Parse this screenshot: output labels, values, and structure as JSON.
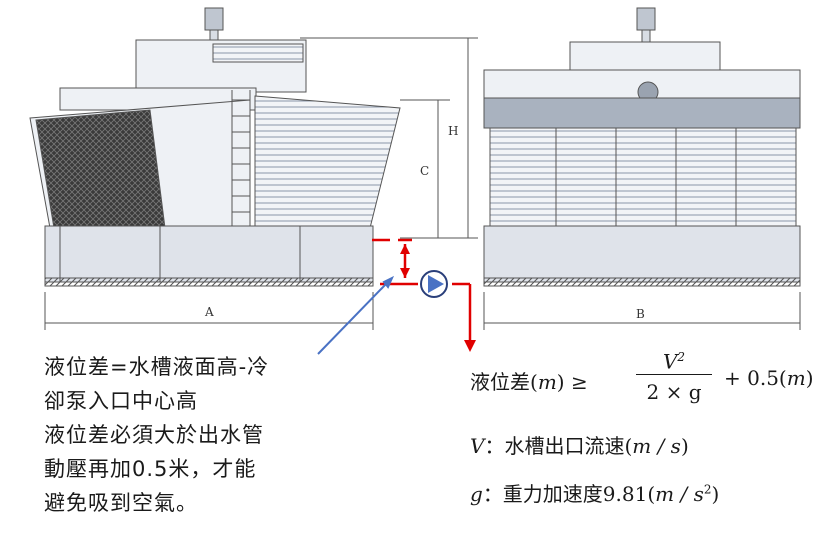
{
  "dimensions": {
    "A": "A",
    "B": "B",
    "C": "C",
    "H": "H"
  },
  "note": {
    "lines": [
      "液位差=水槽液面高-冷",
      "卻泵入口中心高",
      "液位差必須大於出水管",
      "動壓再加0.5米，才能",
      "避免吸到空氣。"
    ]
  },
  "formula": {
    "lhs": "液位差(",
    "lhs_unit": "m",
    "ge": ") ≥",
    "numerator": "V",
    "numerator_exp": "2",
    "denominator": "2 × g",
    "rhs": "+ 0.5(",
    "rhs_unit": "m",
    "rhs_close": ")",
    "v_symbol": "V",
    "v_desc": "：水槽出口流速(",
    "v_unit": "m / s",
    "v_close": ")",
    "g_symbol": "g",
    "g_desc": "：重力加速度9.81(",
    "g_unit": "m / s",
    "g_exp": "2",
    "g_close": ")"
  },
  "colors": {
    "annotation_red": "#e00000",
    "arrow_blue": "#4a72c4",
    "line": "#555555"
  }
}
